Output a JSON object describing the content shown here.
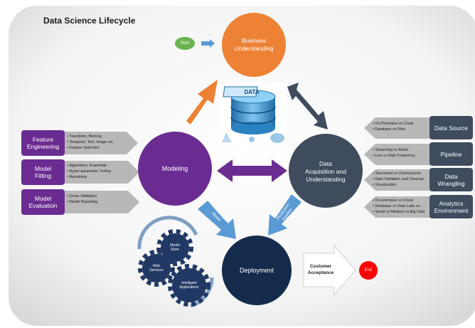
{
  "title": "Data Science Lifecycle",
  "start": "Start",
  "end": "End",
  "business": [
    "Business",
    "Understanding"
  ],
  "modeling": "Modeling",
  "acquisition": [
    "Data",
    "Acquisition and",
    "Understanding"
  ],
  "deployment": "Deployment",
  "customer_acceptance": [
    "Customer",
    "Acceptance"
  ],
  "performant_model": [
    "Performant",
    "Model"
  ],
  "production_pipeline": [
    "Production",
    "Pipeline"
  ],
  "gears": {
    "model_store": [
      "Model",
      "Store"
    ],
    "web_services": [
      "Web",
      "Services"
    ],
    "intelligent_applications": [
      "Intelligent",
      "Applications"
    ]
  },
  "database_icon_text": "DATA",
  "left_boxes": [
    {
      "label": [
        "Feature",
        "Engineering"
      ],
      "bullets": [
        "Transform, Binning",
        "Temporal, Text, Image etc",
        "Feature Selection"
      ]
    },
    {
      "label": [
        "Model",
        "Fitting"
      ],
      "bullets": [
        "Algorithms, Ensemble",
        "Hyper-parameter Tuning",
        "Retraining"
      ]
    },
    {
      "label": [
        "Model",
        "Evaluation"
      ],
      "bullets": [
        "Cross Validation",
        "Model Reporting"
      ]
    }
  ],
  "right_boxes": [
    {
      "label": [
        "Data Source"
      ],
      "bullets": [
        "On-Premises vs Cloud",
        "Database vs Files"
      ]
    },
    {
      "label": [
        "Pipeline"
      ],
      "bullets": [
        "Streaming vs Batch",
        "Low vs High Frequency"
      ]
    },
    {
      "label": [
        "Data",
        "Wrangling"
      ],
      "bullets": [
        "Structured vs Unstructured",
        "Data Validation and Cleanup",
        "Visualization"
      ]
    },
    {
      "label": [
        "Analytics",
        "Environment"
      ],
      "bullets": [
        "On-premises vs Cloud",
        "Database vs Data Lake  vs ..",
        "Small vs Medium vs Big Data"
      ]
    }
  ],
  "colors": {
    "orange": "#EE8234",
    "purple": "#6A2C91",
    "slate": "#3E4C5E",
    "navy": "#152B4C",
    "steel_blue": "#5B9BD5",
    "green": "#69B34C",
    "red": "#FF0000",
    "gray_arrow": "#B8B8B8",
    "gear": "#203864"
  }
}
